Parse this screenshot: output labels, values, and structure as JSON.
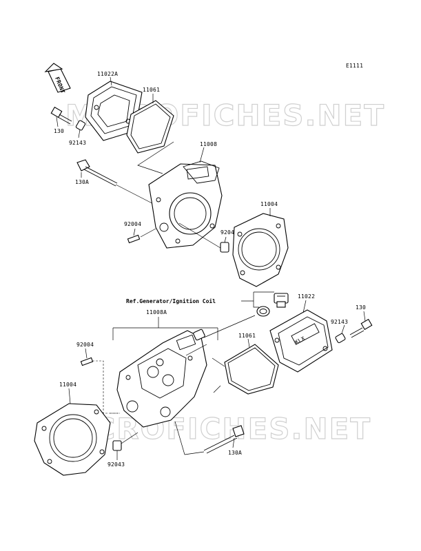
{
  "diagram_code": "E1111",
  "front_arrow_label": "FRONT",
  "watermark": "MICROFICHES.NET",
  "reference_note": "Ref.Generator/Ignition Coil",
  "callouts": {
    "top_11022A": "11022A",
    "top_11061": "11061",
    "top_130": "130",
    "top_92143": "92143",
    "top_11008": "11008",
    "top_130A": "130A",
    "top_11004": "11004",
    "top_92004": "92004",
    "top_92043": "92043",
    "bot_11022": "11022",
    "bot_130": "130",
    "bot_92143": "92143",
    "bot_11008A": "11008A",
    "bot_11061": "11061",
    "bot_92004": "92004",
    "bot_11004": "11004",
    "bot_92043": "92043",
    "bot_130A": "130A"
  }
}
